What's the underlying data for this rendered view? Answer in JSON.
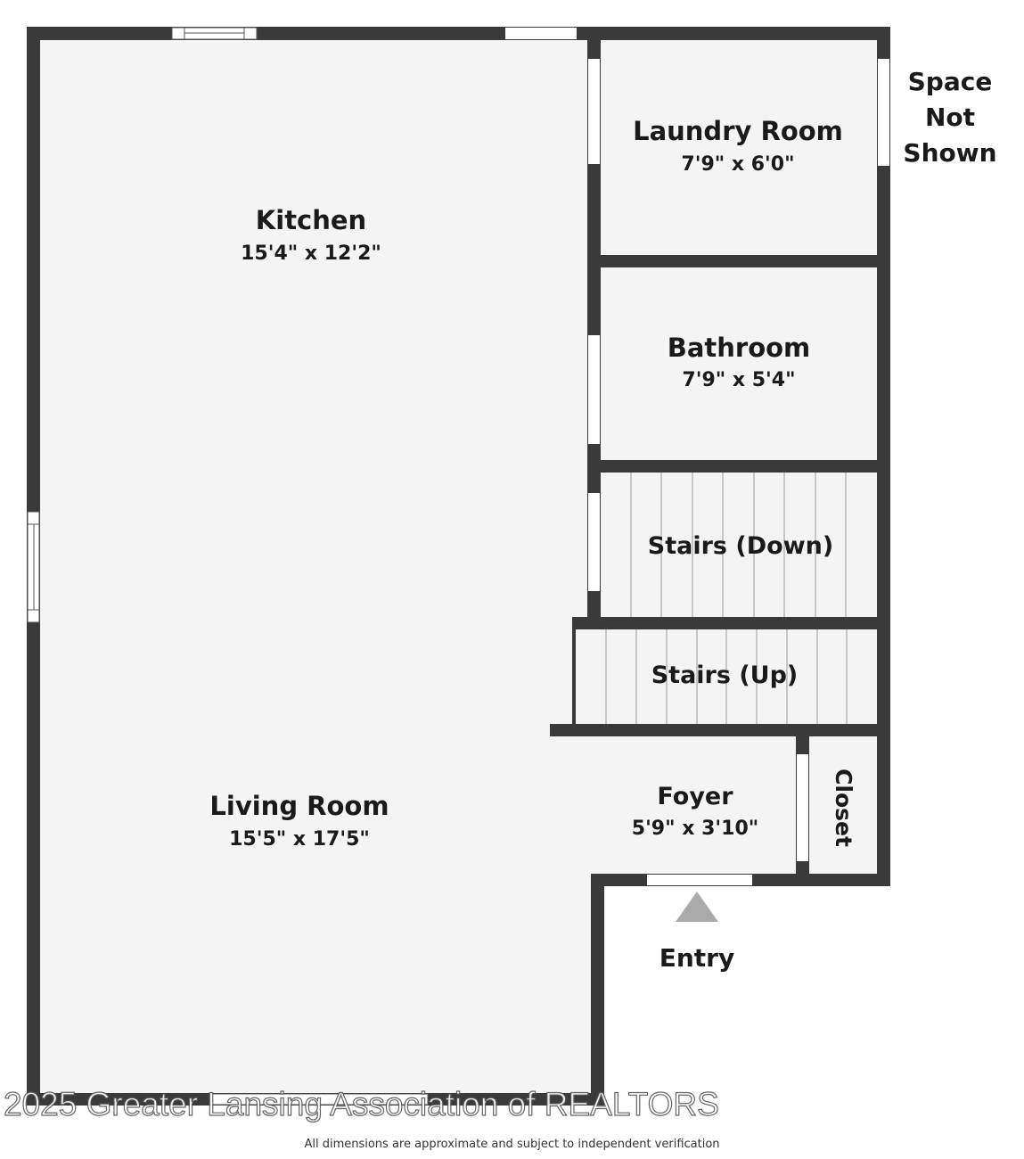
{
  "rooms": {
    "kitchen": {
      "name": "Kitchen",
      "dims": "15'4\" x 12'2\""
    },
    "laundry": {
      "name": "Laundry Room",
      "dims": "7'9\" x 6'0\""
    },
    "bathroom": {
      "name": "Bathroom",
      "dims": "7'9\" x 5'4\""
    },
    "stairs_down": {
      "name": "Stairs (Down)"
    },
    "stairs_up": {
      "name": "Stairs (Up)"
    },
    "living": {
      "name": "Living Room",
      "dims": "15'5\" x 17'5\""
    },
    "foyer": {
      "name": "Foyer",
      "dims": "5'9\" x 3'10\""
    },
    "closet": {
      "name": "Closet"
    }
  },
  "notes": {
    "space_line1": "Space",
    "space_line2": "Not",
    "space_line3": "Shown",
    "entry": "Entry"
  },
  "footer": {
    "watermark": "2025 Greater Lansing Association of REALTORS",
    "disclaimer": "All dimensions are approximate and subject to independent verification"
  },
  "colors": {
    "wall": "#3a3a3a",
    "floor": "#f4f4f4",
    "entry_arrow": "#aaaaaa"
  }
}
